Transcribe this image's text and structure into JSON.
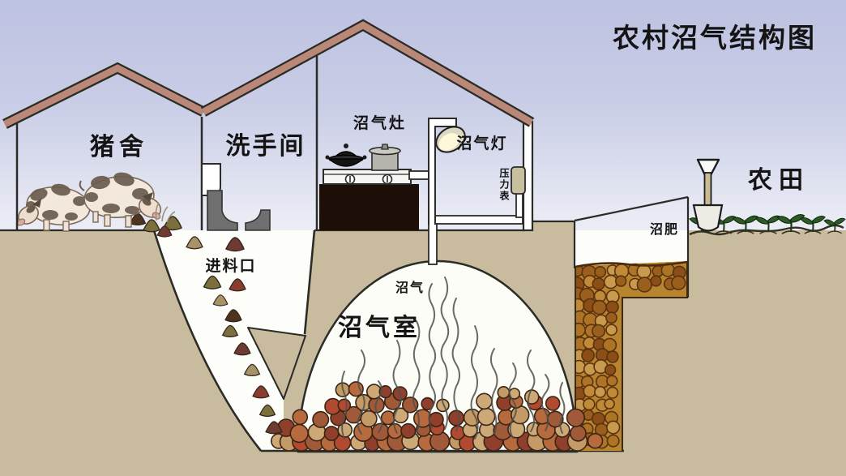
{
  "title": "农村沼气结构图",
  "labels": {
    "pig_pen": "猪舍",
    "washroom": "洗手间",
    "biogas_stove": "沼气灶",
    "biogas_lamp": "沼气灯",
    "pressure_gauge": "压力表",
    "feed_inlet": "进料口",
    "biogas": "沼气",
    "biogas_chamber": "沼气室",
    "biogas_fertilizer": "沼肥",
    "farmland": "农田"
  },
  "colors": {
    "sky_top": "#bdc2e1",
    "sky_bottom": "#ffffff",
    "ground": "#c9bc9e",
    "roof": "#b98879",
    "outline": "#2b2b28",
    "counter": "#1d0f08",
    "fixture_gray": "#6f6f6f",
    "lamp_glow": "#fdf8da",
    "gauge": "#c8bf9f",
    "slurry_base": "#b8842e",
    "pile_palette": [
      "#b24a31",
      "#c49a66",
      "#a05a3a",
      "#8f3f2c",
      "#cda977",
      "#b86a3f"
    ],
    "slurry_palette": [
      "#c08a36",
      "#9a5f1d",
      "#ad7426",
      "#8a4e16",
      "#c89a4e"
    ],
    "clump_palette": [
      "#7d6f3c",
      "#6e3a31",
      "#a89366",
      "#4e3420",
      "#8a3d2f"
    ],
    "plant_green": "#2d5a27"
  }
}
